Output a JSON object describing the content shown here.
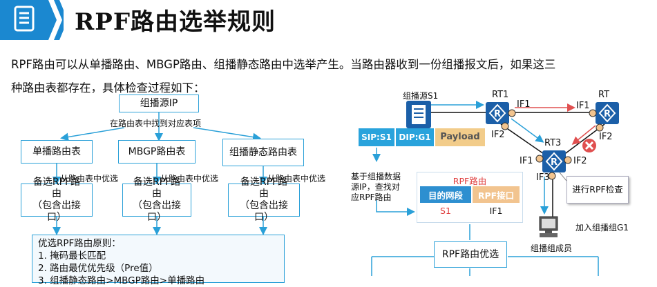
{
  "header": {
    "title": "RPF路由选举规则",
    "icon": "document-list-icon",
    "accent_color": "#1b88d0"
  },
  "intro": {
    "line1": "RPF路由可以从单播路由、MBGP路由、组播静态路由中选举产生。当路由器收到一份组播报文后，如果这三",
    "line2": "种路由表都存在，具体检查过程如下："
  },
  "flowchart": {
    "source": "组播源IP",
    "lookup_label": "在路由表中找到对应表项",
    "tables": [
      "单播路由表",
      "MBGP路由表",
      "组播静态路由表"
    ],
    "preferred_label": "从路由表中优选",
    "candidates": [
      {
        "line1": "备选RPF路由",
        "line2": "（包含出接口）"
      },
      {
        "line1": "备选RPF路由",
        "line2": "（包含出接口）"
      },
      {
        "line1": "备选RPF路由",
        "line2": "（包含出接口）"
      }
    ],
    "rules": {
      "heading": "优选RPF路由原则：",
      "items": [
        "1. 掩码最长匹配",
        "2. 路由最优优先级（Pre值）",
        "3. 组播静态路由>MBGP路由>单播路由"
      ]
    }
  },
  "topology": {
    "source_label": "组播源S1",
    "routers": [
      "RT1",
      "RT",
      "RT3"
    ],
    "interfaces": {
      "rt1_if1": "IF1",
      "rt1_if2": "IF2",
      "rt_if1": "IF1",
      "rt_if2": "IF2",
      "rt3_if1": "IF1",
      "rt3_if2": "IF2",
      "rt3_if3": "IF3"
    },
    "packet": {
      "sip": "SIP:S1",
      "dip": "DIP:G1",
      "payload": "Payload"
    },
    "lookup_note": "基于组播数据源IP，查找对应RPF路由",
    "rpf_table": {
      "title": "RPF路由",
      "headers": [
        "目的网段",
        "RPF接口"
      ],
      "row": [
        "S1",
        "IF1"
      ]
    },
    "check_callout": "进行RPF检查",
    "join_label": "加入组播组G1",
    "member_label": "组播组成员",
    "rpf_select": "RPF路由优选"
  }
}
